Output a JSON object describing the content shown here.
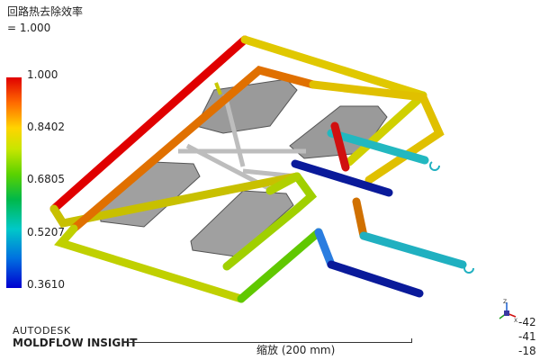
{
  "result": {
    "title": "回路热去除效率",
    "value_text": "= 1.000"
  },
  "legend": {
    "ticks": [
      "1.000",
      "0.8402",
      "0.6805",
      "0.5207",
      "0.3610"
    ],
    "colors": {
      "max": "#e00000",
      "mid": "#5ad200",
      "min": "#0000d0"
    }
  },
  "branding": {
    "company": "AUTODESK",
    "product": "MOLDFLOW INSIGHT"
  },
  "scale": {
    "label": "缩放 (200 mm)"
  },
  "orientation": {
    "values": [
      "-42",
      "-41",
      "-18"
    ],
    "axis_labels": {
      "z": "Z",
      "x": "X"
    }
  }
}
